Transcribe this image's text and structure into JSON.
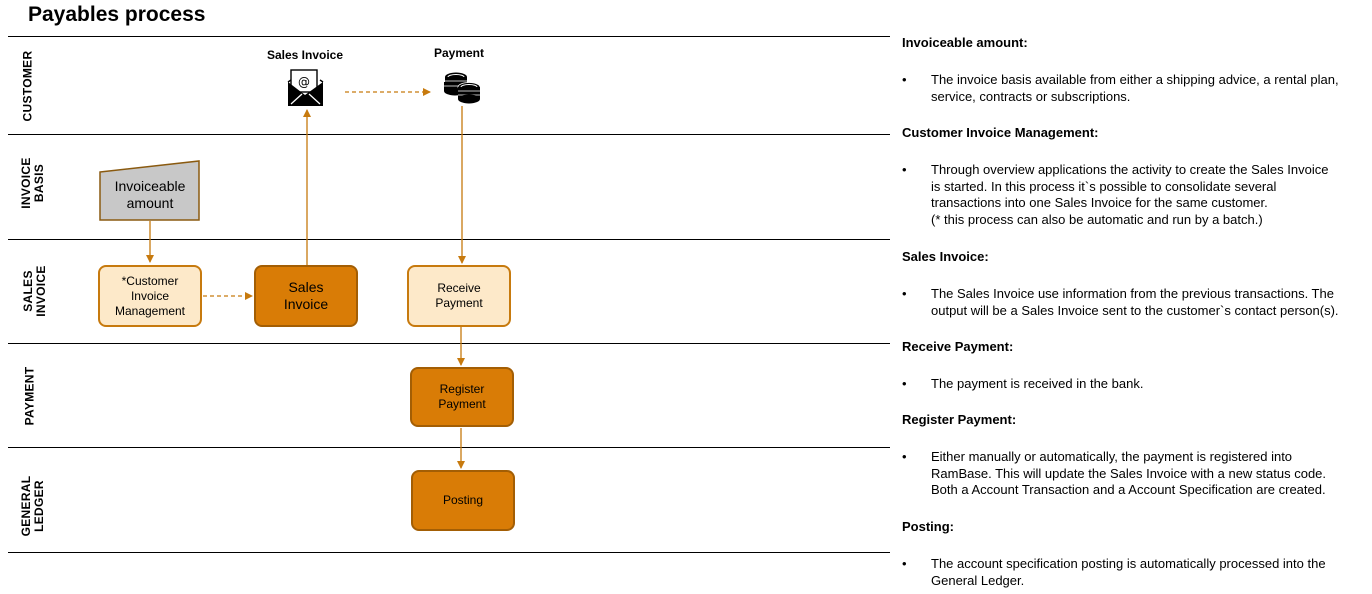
{
  "title": "Payables process",
  "lanes": [
    "CUSTOMER",
    "INVOICE\nBASIS",
    "SALES\nINVOICE",
    "PAYMENT",
    "GENERAL\nLEDGER"
  ],
  "icons": {
    "sales_invoice_label": "Sales Invoice",
    "payment_label": "Payment",
    "sales_invoice_icon": "envelope-icon",
    "payment_icon": "coins-icon"
  },
  "nodes": {
    "invoiceable_amount": "Invoiceable\namount",
    "customer_invoice_mgmt": "*Customer\nInvoice\nManagement",
    "sales_invoice": "Sales\nInvoice",
    "receive_payment": "Receive\nPayment",
    "register_payment": "Register\nPayment",
    "posting": "Posting"
  },
  "colors": {
    "dark_box": "#d97c06",
    "light_box": "#fde9c9",
    "border": "#c77a0e",
    "arrow": "#c77a0e",
    "trapezoid": "#c8c8c8"
  },
  "descriptions": [
    {
      "heading": "Invoiceable amount:",
      "bullets": [
        "The invoice basis available from either a shipping advice, a rental plan,\nservice, contracts or subscriptions."
      ]
    },
    {
      "heading": "Customer Invoice Management:",
      "bullets": [
        "Through overview applications the activity to create the Sales Invoice\nis started. In this process it`s possible to consolidate several\ntransactions into one Sales Invoice for the same customer.\n(* this process can also be automatic and run by a batch.)"
      ]
    },
    {
      "heading": "Sales Invoice:",
      "bullets": [
        "The Sales Invoice use information from the previous transactions. The\noutput will be a Sales Invoice sent to the customer`s contact person(s)."
      ]
    },
    {
      "heading": "Receive Payment:",
      "bullets": [
        "The payment is received in the bank."
      ]
    },
    {
      "heading": "Register Payment:",
      "bullets": [
        "Either manually or automatically, the payment is registered into\nRamBase. This will update the Sales Invoice with a new status code.\nBoth a Account Transaction and a Account Specification are created."
      ]
    },
    {
      "heading": "Posting:",
      "bullets": [
        "The account specification posting is automatically processed into the\nGeneral Ledger."
      ]
    }
  ]
}
